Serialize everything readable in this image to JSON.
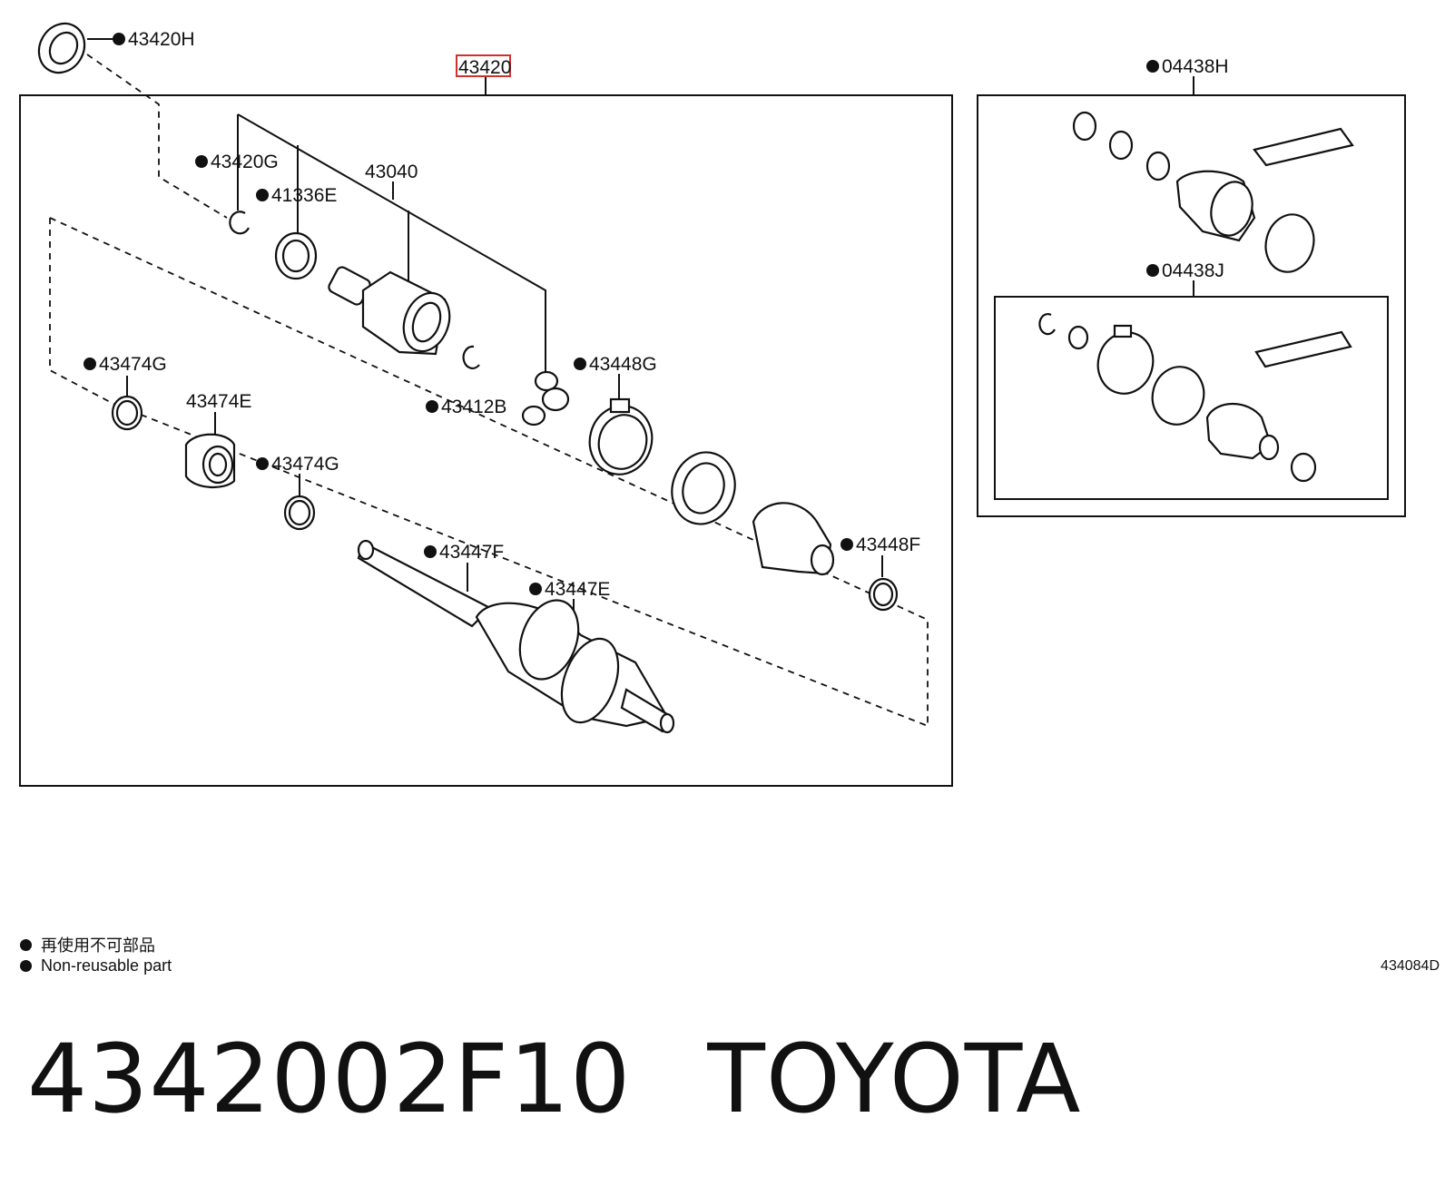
{
  "assembly_label": "43420",
  "kit_labels": {
    "kit_h": "04438H",
    "kit_j": "04438J"
  },
  "parts": {
    "p43420H": "43420H",
    "p43420G": "43420G",
    "p41336E": "41336E",
    "p43040": "43040",
    "p43474G_a": "43474G",
    "p43474E": "43474E",
    "p43474G_b": "43474G",
    "p43412B": "43412B",
    "p43448G": "43448G",
    "p43448F": "43448F",
    "p43447F": "43447F",
    "p43447E": "43447E"
  },
  "legend": {
    "line_cn": "再使用不可部品",
    "line_en": "Non-reusable part"
  },
  "figure_id": "434084D",
  "footer": {
    "part_number": "4342002F10",
    "brand": "TOYOTA"
  },
  "colors": {
    "highlight": "#d0312d",
    "ink": "#111111"
  }
}
